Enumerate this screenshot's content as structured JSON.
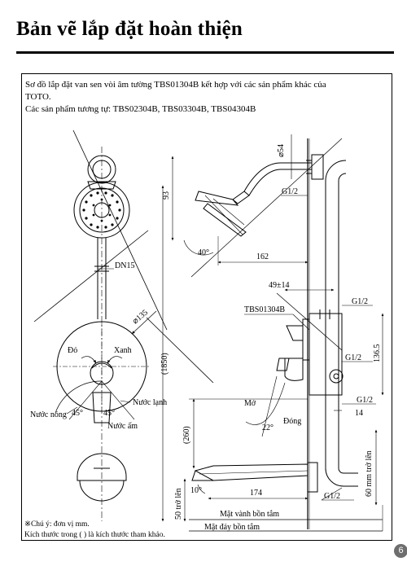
{
  "page": {
    "title": "Bản vẽ lắp đặt hoàn thiện",
    "page_number": "6"
  },
  "intro": {
    "line1": "Sơ đồ lắp đặt van sen vòi âm  tường TBS01304B kết hợp với các sản phẩm khác của",
    "line2": "TOTO.",
    "line3": "Các sản phẩm tương tự: TBS02304B, TBS03304B, TBS04304B"
  },
  "front_view": {
    "dn15": "DN15",
    "dia135": "⌀135",
    "do": "Đỏ",
    "xanh": "Xanh",
    "dim1850": "(1850)",
    "nuoc_lanh": "Nước lạnh",
    "nuoc_nong": "Nước nóng",
    "nuoc_am": "Nước ấm",
    "angle_left": "45°",
    "angle_right": "45°"
  },
  "side_view": {
    "dia54": "⌀54",
    "g12_top": "G1/2",
    "dim93": "93",
    "angle40": "40°",
    "dim162": "162",
    "dim49": "49±14",
    "model": "TBS01304B",
    "g12_valve_top": "G1/2",
    "g12_valve_mid": "G1/2",
    "dim136": "136.5",
    "g12_valve_bottom": "G1/2",
    "dim14": "14",
    "mo": "Mở",
    "dong": "Đóng",
    "angle22": "22°",
    "dim260": "(260)",
    "dim60": "60 mm trở lên",
    "angle10": "10°",
    "dim174": "174",
    "g12_spout": "G1/2",
    "dim50": "50 trở lên",
    "mat_vanh": "Mặt vành bồn tắm",
    "mat_day": "Mặt đáy bồn tắm"
  },
  "notes": {
    "note1": "※Chú ý: đơn vị mm.",
    "note2": "Kích thước trong ( ) là kích thước tham khảo."
  }
}
